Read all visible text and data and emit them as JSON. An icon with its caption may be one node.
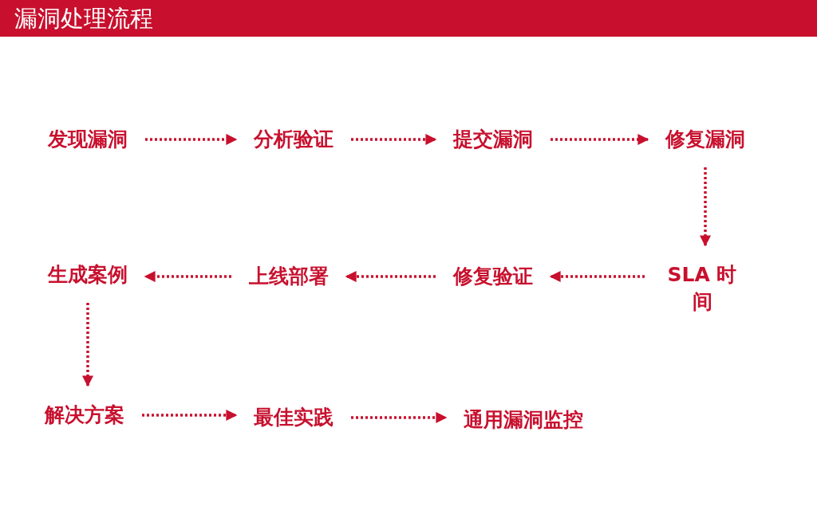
{
  "diagram": {
    "title": "漏洞处理流程",
    "nodes": [
      {
        "text": [
          "发现漏洞"
        ]
      },
      {
        "text": [
          "分析验证"
        ]
      },
      {
        "text": [
          "提交漏洞"
        ]
      },
      {
        "text": [
          "修复漏洞"
        ]
      },
      {
        "text": [
          "SLA 时间"
        ]
      },
      {
        "text": [
          "修复验证"
        ]
      },
      {
        "text": [
          "上线部署"
        ]
      },
      {
        "text": [
          "生成案例"
        ]
      },
      {
        "text": [
          "解决方案"
        ]
      },
      {
        "text": [
          "最佳实践"
        ]
      },
      {
        "text": [
          "通用漏洞监控"
        ]
      }
    ],
    "edges": [
      {
        "from": 0,
        "to": 1,
        "arrow": "to",
        "style": "dashed"
      },
      {
        "from": 1,
        "to": 2,
        "arrow": "to",
        "style": "dashed"
      },
      {
        "from": 2,
        "to": 3,
        "arrow": "to",
        "style": "dashed"
      },
      {
        "from": 3,
        "to": 4,
        "arrow": "to",
        "style": "dashed"
      },
      {
        "from": 4,
        "to": 5,
        "arrow": "to",
        "style": "dashed"
      },
      {
        "from": 5,
        "to": 6,
        "arrow": "to",
        "style": "dashed"
      },
      {
        "from": 6,
        "to": 7,
        "arrow": "to",
        "style": "dashed"
      },
      {
        "from": 7,
        "to": 8,
        "arrow": "to",
        "style": "dashed"
      },
      {
        "from": 8,
        "to": 9,
        "arrow": "to",
        "style": "dashed"
      },
      {
        "from": 9,
        "to": 10,
        "arrow": "to",
        "style": "dashed"
      }
    ]
  }
}
